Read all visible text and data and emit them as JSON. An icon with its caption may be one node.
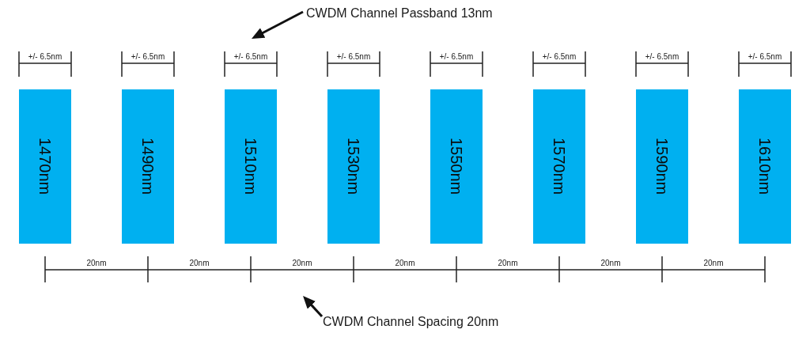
{
  "diagram": {
    "nodes": [
      {
        "text": [
          "CWDM Channel Passband 13nm"
        ]
      },
      {
        "text": [
          "1470nm"
        ]
      },
      {
        "text": [
          "1490nm"
        ]
      },
      {
        "text": [
          "1510nm"
        ]
      },
      {
        "text": [
          "1530nm"
        ]
      },
      {
        "text": [
          "1550nm"
        ]
      },
      {
        "text": [
          "1570nm"
        ]
      },
      {
        "text": [
          "1590nm"
        ]
      },
      {
        "text": [
          "1610nm"
        ]
      },
      {
        "text": [
          "CWDM Channel Spacing 20nm"
        ]
      }
    ],
    "edges": [
      {
        "from": 0,
        "to": null,
        "arrow": "to"
      },
      {
        "from": 9,
        "to": null,
        "arrow": "to"
      }
    ],
    "labels": [
      "+/- 6.5nm",
      "+/- 6.5nm",
      "+/- 6.5nm",
      "+/- 6.5nm",
      "+/- 6.5nm",
      "+/- 6.5nm",
      "+/- 6.5nm",
      "+/- 6.5nm",
      "20nm",
      "20nm",
      "20nm",
      "20nm",
      "20nm",
      "20nm",
      "20nm"
    ]
  }
}
